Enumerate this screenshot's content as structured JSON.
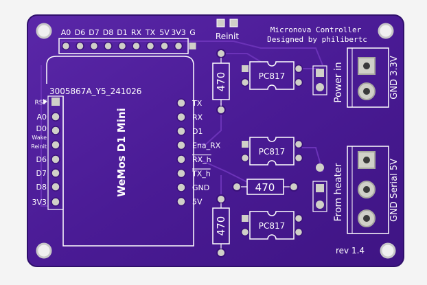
{
  "board": {
    "title": "Micronova Controller",
    "designer": "Designed by philibertc",
    "revision": "rev 1.4",
    "colors": {
      "pcb": "#4b1c97",
      "silkscreen": "#ffffff",
      "pad": "#d0d0c8",
      "copper": "#6b33b8"
    }
  },
  "header_pins": {
    "labels": [
      "A0",
      "D6",
      "D7",
      "D8",
      "D1",
      "RX",
      "TX",
      "5V",
      "3V3",
      "G"
    ]
  },
  "reinit": {
    "label": "Reinit"
  },
  "module": {
    "part_number": "3005867A_Y5_241026",
    "name": "WeMos D1 Mini",
    "left_labels": [
      "RST",
      "A0",
      "D0",
      "Wake",
      "Reinit",
      "D6",
      "D7",
      "D8",
      "3V3"
    ],
    "right_labels": [
      "TX",
      "RX",
      "D1",
      "Ena_RX",
      "RX_h",
      "TX_h",
      "GND",
      "5V"
    ]
  },
  "components": {
    "opto": [
      "PC817",
      "PC817",
      "PC817"
    ],
    "resistors": [
      "470",
      "470",
      "470"
    ]
  },
  "connectors": {
    "power": {
      "label": "Power in",
      "side_label": "GND 3.3V"
    },
    "heater": {
      "label": "From heater",
      "side_label": "GND Serial 5V"
    }
  }
}
